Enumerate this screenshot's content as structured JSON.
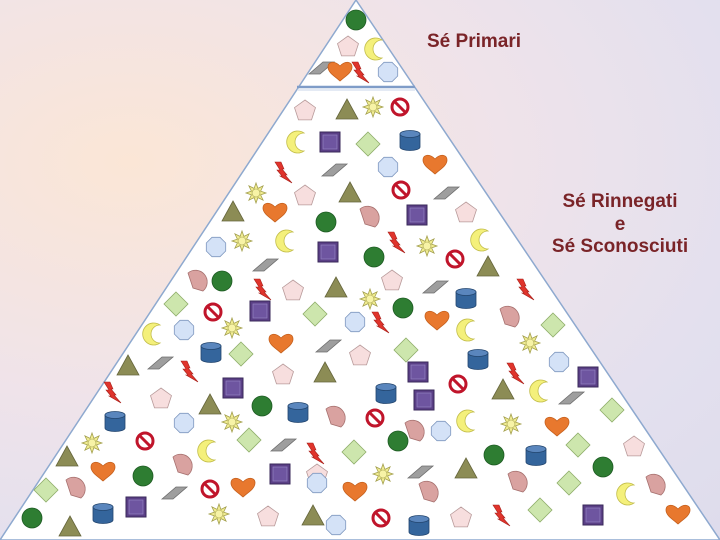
{
  "labels": {
    "top": "Sé Primari",
    "bottom_line1": "Sé Rinnegati",
    "bottom_line2": "e",
    "bottom_line3": "Sé Sconosciuti"
  },
  "colors": {
    "label_text": "#7a2428",
    "pyramid_fill": "#ffffff",
    "pyramid_outline": "#8ea9cf",
    "heart": "#e8782e",
    "circle": "#2e7d32",
    "square": "#5a3f86",
    "cylinder": "#34659c",
    "triangle": "#8c8c55",
    "moon": "#f4f07b",
    "sun": "#f2ee93",
    "forbidden": "#c0152b",
    "lightning": "#e0342c",
    "pentagon": "#f7dede",
    "octagon": "#d4e2f7",
    "diamond": "#cde6ad",
    "pie": "#d9a2a0",
    "parallelogram": "#9e9e9e"
  },
  "icon_types": [
    "heart",
    "circle",
    "square",
    "cylinder",
    "triangle",
    "moon",
    "sun",
    "forbidden",
    "lightning",
    "pentagon",
    "octagon",
    "diamond",
    "pie",
    "parallelogram"
  ]
}
